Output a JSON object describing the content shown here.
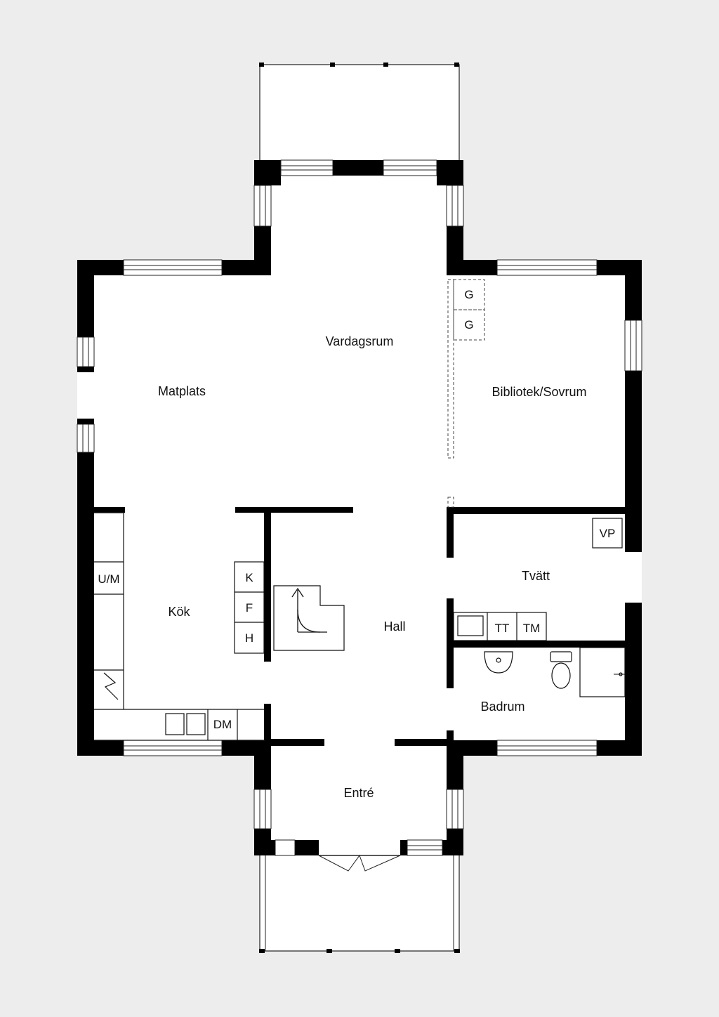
{
  "rooms": {
    "vardagsrum": "Vardagsrum",
    "matplats": "Matplats",
    "bibliotek": "Bibliotek/Sovrum",
    "kok": "Kök",
    "hall": "Hall",
    "tvatt": "Tvätt",
    "badrum": "Badrum",
    "entre": "Entré"
  },
  "fixtures": {
    "g1": "G",
    "g2": "G",
    "vp": "VP",
    "um": "U/M",
    "k": "K",
    "f": "F",
    "h": "H",
    "tt": "TT",
    "tm": "TM",
    "dm": "DM"
  },
  "colors": {
    "background": "#ededed",
    "floor": "#ffffff",
    "wall": "#000000"
  }
}
